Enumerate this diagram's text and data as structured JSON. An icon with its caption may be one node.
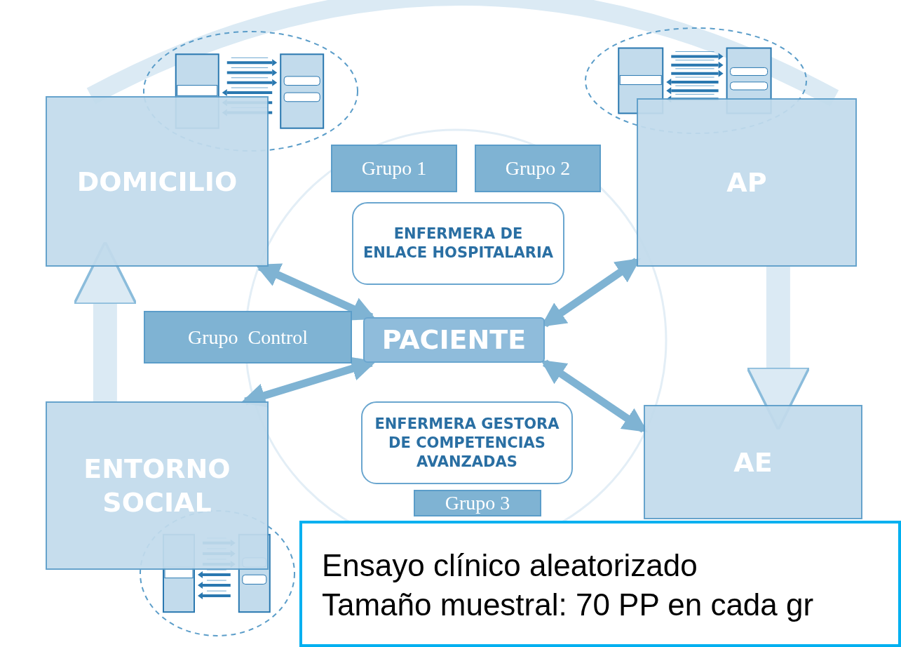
{
  "diagram": {
    "nodes": [
      {
        "text": [
          "DOMICILIO"
        ]
      },
      {
        "text": [
          "AP"
        ]
      },
      {
        "text": [
          "ENTORNO SOCIAL"
        ]
      },
      {
        "text": [
          "AE"
        ]
      },
      {
        "text": [
          "Grupo 1"
        ]
      },
      {
        "text": [
          "Grupo 2"
        ]
      },
      {
        "text": [
          "ENFERMERA DE ENLACE HOSPITALARIA"
        ]
      },
      {
        "text": [
          "Grupo  Control"
        ]
      },
      {
        "text": [
          "PACIENTE"
        ]
      },
      {
        "text": [
          "ENFERMERA GESTORA DE COMPETENCIAS AVANZADAS"
        ]
      },
      {
        "text": [
          "Grupo 3"
        ]
      },
      {
        "text": [
          "Ensayo clínico aleatorizado",
          "Tamaño muestral: 70 PP en cada gr"
        ]
      }
    ],
    "edges": [
      {
        "from": 0,
        "to": 8,
        "arrow": "both"
      },
      {
        "from": 1,
        "to": 8,
        "arrow": "both"
      },
      {
        "from": 2,
        "to": 8,
        "arrow": "both"
      },
      {
        "from": 3,
        "to": 8,
        "arrow": "both"
      },
      {
        "from": 1,
        "to": 3,
        "arrow": "to",
        "style": "thick",
        "color": "#dbeaf4"
      },
      {
        "from": 2,
        "to": 0,
        "arrow": "to",
        "style": "thick",
        "color": "#dbeaf4"
      },
      {
        "from": 0,
        "to": 1,
        "arrow": "none",
        "style": "thick",
        "color": "#dbeaf4"
      }
    ]
  }
}
